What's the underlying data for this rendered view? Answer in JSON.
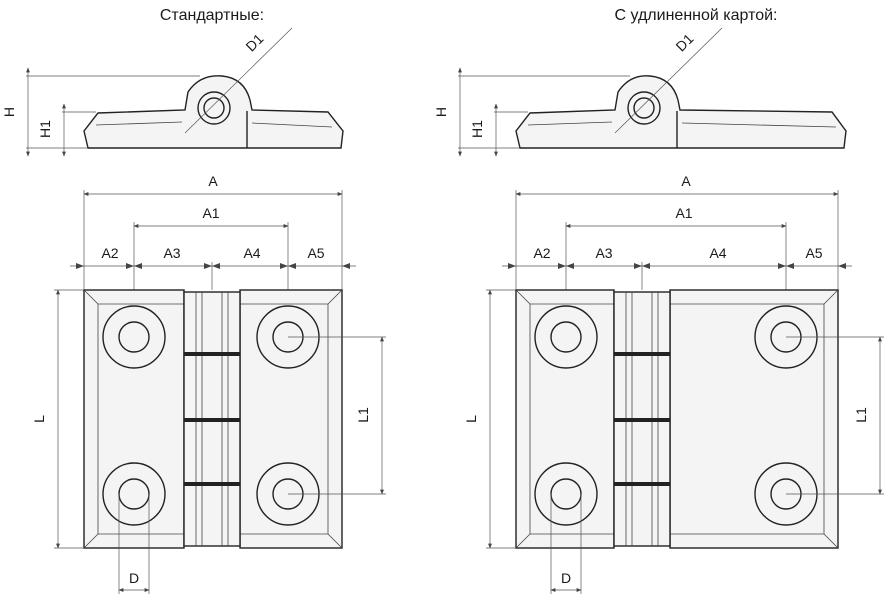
{
  "variants": [
    {
      "title": "Стандартные:",
      "labels": {
        "H": "H",
        "H1": "H1",
        "D1": "D1",
        "A": "A",
        "A1": "A1",
        "A2": "A2",
        "A3": "A3",
        "A4": "A4",
        "A5": "A5",
        "L": "L",
        "L1": "L1",
        "D": "D"
      }
    },
    {
      "title": "С удлиненной картой:",
      "labels": {
        "H": "H",
        "H1": "H1",
        "D1": "D1",
        "A": "A",
        "A1": "A1",
        "A2": "A2",
        "A3": "A3",
        "A4": "A4",
        "A5": "A5",
        "L": "L",
        "L1": "L1",
        "D": "D"
      }
    }
  ]
}
